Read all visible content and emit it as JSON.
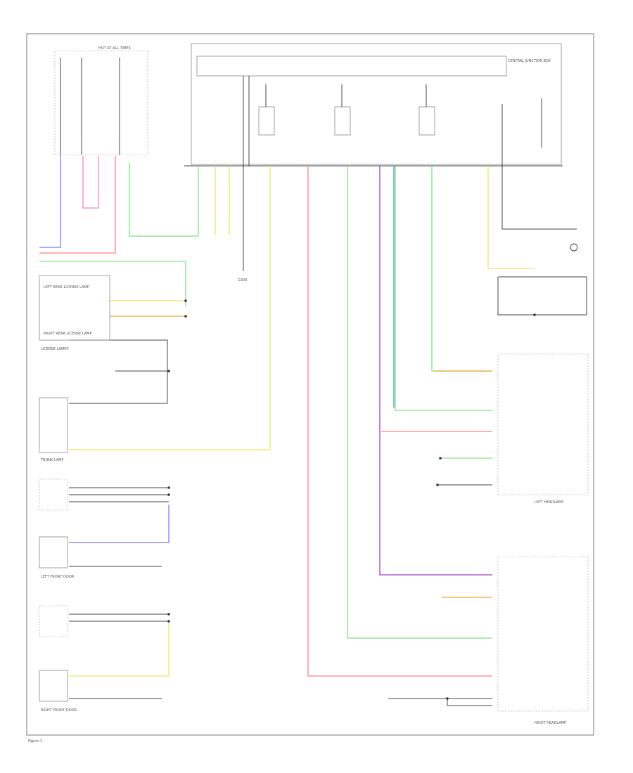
{
  "footer": {
    "code": "Figure 1",
    "left_headlamp": "LEFT HEADLAMP",
    "right_headlamp": "RIGHT HEADLAMP"
  },
  "modules": {
    "bcm_title": "CENTRAL JUNCTION BOX",
    "fuse_panel": "HOT AT ALL TIMES",
    "left_license": "LEFT REAR LICENSE LAMP",
    "right_license": "RIGHT REAR LICENSE LAMP",
    "license_lamps": "LICENSE LAMPS",
    "trunk_lamp": "TRUNK LAMP",
    "left_door": "LEFT FRONT DOOR",
    "right_door": "RIGHT FRONT DOOR",
    "ground": "G300"
  },
  "colors": {
    "blue": "#7b7bff",
    "red": "#ff8080",
    "pink": "#ff40a0",
    "green": "#80e080",
    "yellow": "#e8e860",
    "orange": "#f0a040",
    "purple": "#a040c0",
    "teal": "#40a0c0",
    "black": "#444444"
  }
}
